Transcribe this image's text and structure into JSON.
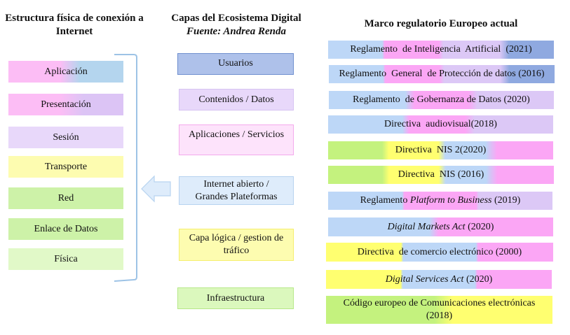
{
  "left_column": {
    "title": "Estructura física de conexión a Internet",
    "layers": [
      "Aplicación",
      "Presentación",
      "Sesión",
      "Transporte",
      "Red",
      "Enlace  de Datos",
      "Física"
    ]
  },
  "middle_column": {
    "title": "Capas del Ecosistema Digital",
    "source": "Fuente: Andrea Renda",
    "layers": [
      "Usuarios",
      "Contenidos / Datos",
      "Aplicaciones / Servicios",
      "Internet abierto / Grandes Plateformas",
      "Capa lógica / gestion de tráfico",
      "Infraestructura"
    ]
  },
  "right_column": {
    "title": "Marco regulatorio Europeo actual",
    "items": [
      {
        "pre": "Reglamento  de Inteligencia  Artificial  (2021)",
        "italic": "",
        "post": ""
      },
      {
        "pre": "Reglamento  General  de Protección de datos (2016)",
        "italic": "",
        "post": ""
      },
      {
        "pre": "Reglamento  de Gobernanza de Datos (2020)",
        "italic": "",
        "post": ""
      },
      {
        "pre": "Directiva  audiovisual(2018)",
        "italic": "",
        "post": ""
      },
      {
        "pre": "Directiva  NIS 2(2020)",
        "italic": "",
        "post": ""
      },
      {
        "pre": "Directiva  NIS (2016)",
        "italic": "",
        "post": ""
      },
      {
        "pre": "Reglamento ",
        "italic": "Platform to Business",
        "post": " (2019)"
      },
      {
        "pre": "",
        "italic": "Digital Markets Act",
        "post": " (2020)"
      },
      {
        "pre": "Directiva  de comercio electrónico (2000)",
        "italic": "",
        "post": ""
      },
      {
        "pre": "",
        "italic": "Digital Services Act",
        "post": " (2020)"
      },
      {
        "pre": "Código europeo de Comunicaciones electrónicas (2018)",
        "italic": "",
        "post": ""
      }
    ]
  },
  "colors": {
    "blue": "#bdd7f7",
    "pink": "#fba6f5",
    "lavender": "#dcc8f6",
    "dark_blue": "#8fa9e0",
    "green": "#c4f27e",
    "yellow": "#ffff70",
    "bracket": "#9dc3e6"
  }
}
